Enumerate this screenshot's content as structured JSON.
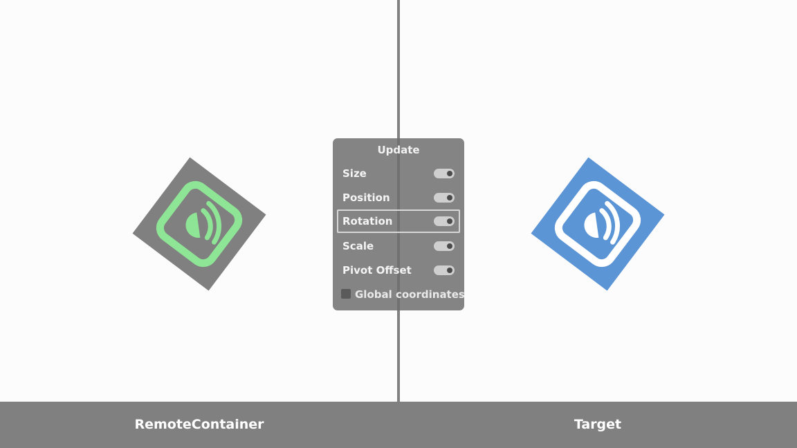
{
  "colors": {
    "background": "#fcfcfc",
    "divider": "#808080",
    "footer": "#808080",
    "remote_tile": "#808080",
    "remote_icon": "#8ee596",
    "target_tile": "#5b95d6",
    "target_icon": "#ffffff",
    "panel": "#6e6e6e"
  },
  "left_view": {
    "icon": "wifi-signal-icon"
  },
  "right_view": {
    "icon": "wifi-signal-icon"
  },
  "panel": {
    "title": "Update",
    "items": [
      {
        "label": "Size",
        "enabled": true
      },
      {
        "label": "Position",
        "enabled": true
      },
      {
        "label": "Rotation",
        "enabled": true,
        "focused": true
      },
      {
        "label": "Scale",
        "enabled": true
      },
      {
        "label": "Pivot Offset",
        "enabled": true
      }
    ],
    "global_coordinates": {
      "label": "Global coordinates",
      "checked": false
    }
  },
  "footer": {
    "left_label": "RemoteContainer",
    "right_label": "Target"
  }
}
